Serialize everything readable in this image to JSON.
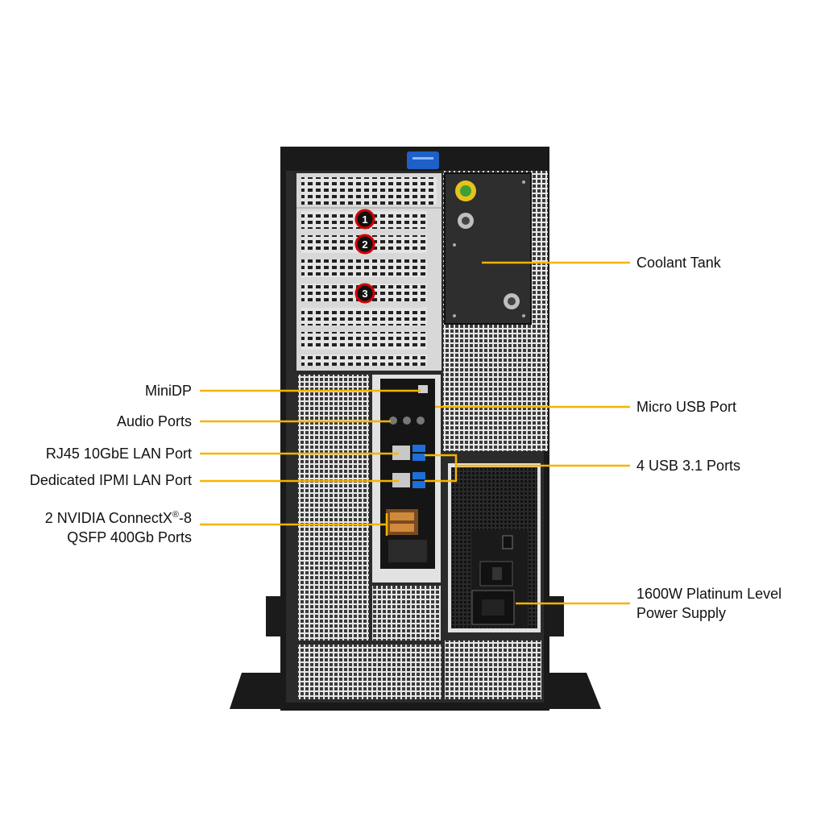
{
  "diagram": {
    "title": "",
    "callouts_left": [
      {
        "id": "minidp",
        "label": "MiniDP"
      },
      {
        "id": "audio",
        "label": "Audio Ports"
      },
      {
        "id": "rj45",
        "label": "RJ45 10GbE LAN Port"
      },
      {
        "id": "ipmi",
        "label": "Dedicated IPMI LAN Port"
      },
      {
        "id": "nvidia",
        "label_line1_prefix": "2 NVIDIA ConnectX",
        "label_line1_sup": "®",
        "label_line1_suffix": "-8",
        "label_line2": "QSFP 400Gb Ports"
      }
    ],
    "callouts_right": [
      {
        "id": "coolant",
        "label": "Coolant Tank"
      },
      {
        "id": "micro-usb",
        "label": "Micro USB Port"
      },
      {
        "id": "usb31",
        "label": "4 USB 3.1 Ports"
      },
      {
        "id": "psu",
        "label_line1": "1600W Platinum Level",
        "label_line2": "Power Supply"
      }
    ],
    "slot_badges": [
      "1",
      "2",
      "3"
    ],
    "colors": {
      "leader": "#f5b400",
      "chassis": "#1a1a1a",
      "mesh_panel": "#d9d9d9",
      "badge_fill": "#111111",
      "badge_ring": "#d40000",
      "usb_blue": "#1e6fd9",
      "coupler_yellow": "#e8c21a",
      "coupler_green": "#3aa03a"
    }
  }
}
